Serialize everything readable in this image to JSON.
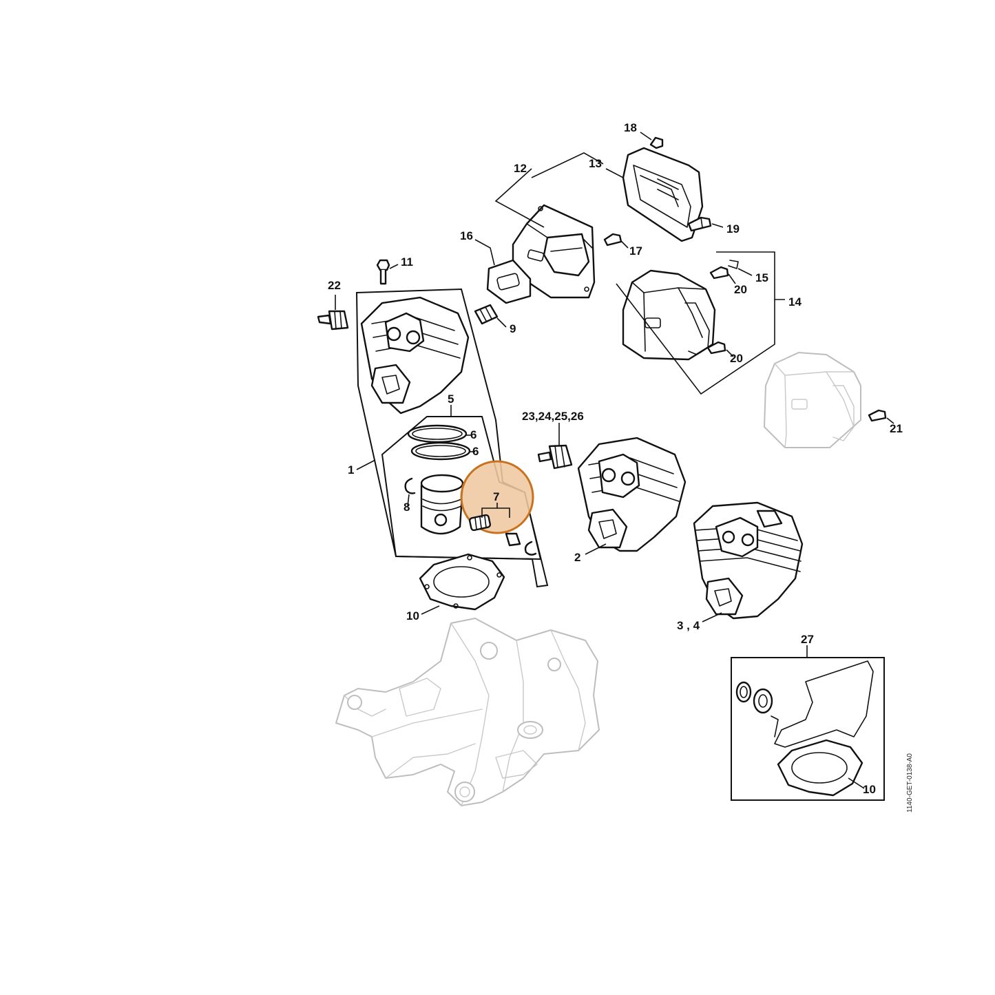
{
  "diagram": {
    "reference_code": "1140-GET-0138-A0",
    "highlight_color": "#f0c8a0",
    "highlight_stroke": "#c9721e",
    "ghost_color": "#bdbdbd",
    "callouts": [
      {
        "id": "c18",
        "label": "18"
      },
      {
        "id": "c12",
        "label": "12"
      },
      {
        "id": "c13",
        "label": "13"
      },
      {
        "id": "c19",
        "label": "19"
      },
      {
        "id": "c16",
        "label": "16"
      },
      {
        "id": "c17",
        "label": "17"
      },
      {
        "id": "c11",
        "label": "11"
      },
      {
        "id": "c22",
        "label": "22"
      },
      {
        "id": "c15",
        "label": "15"
      },
      {
        "id": "c20a",
        "label": "20"
      },
      {
        "id": "c14",
        "label": "14"
      },
      {
        "id": "c9",
        "label": "9"
      },
      {
        "id": "c20b",
        "label": "20"
      },
      {
        "id": "c5",
        "label": "5"
      },
      {
        "id": "c6a",
        "label": "6"
      },
      {
        "id": "c6b",
        "label": "6"
      },
      {
        "id": "c23",
        "label": "23,24,25,26"
      },
      {
        "id": "c21",
        "label": "21"
      },
      {
        "id": "c1",
        "label": "1"
      },
      {
        "id": "c7",
        "label": "7"
      },
      {
        "id": "c8",
        "label": "8"
      },
      {
        "id": "c2",
        "label": "2"
      },
      {
        "id": "c10a",
        "label": "10"
      },
      {
        "id": "c34",
        "label": "3 , 4"
      },
      {
        "id": "c27",
        "label": "27"
      },
      {
        "id": "c10b",
        "label": "10"
      }
    ]
  }
}
